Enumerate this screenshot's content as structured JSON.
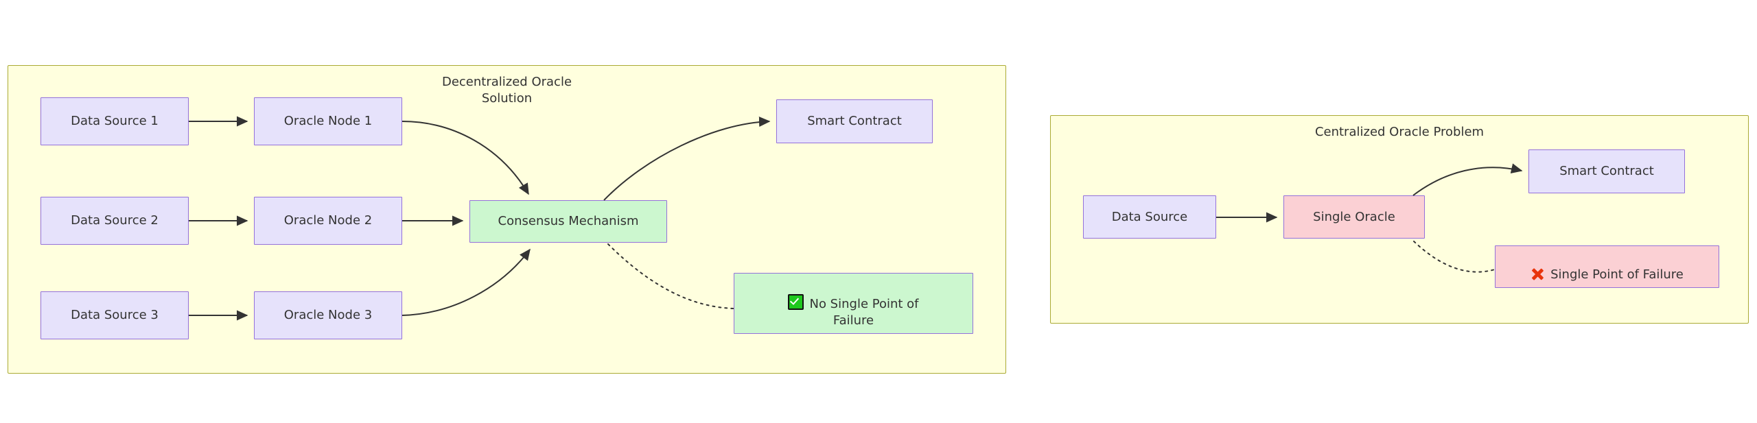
{
  "diagram": {
    "type": "flowchart",
    "background": "#ffffff",
    "clusters": [
      {
        "id": "decentralized",
        "title": "Decentralized Oracle\nSolution",
        "fill": "#ffffde",
        "stroke": "#aaaa33"
      },
      {
        "id": "centralized",
        "title": "Centralized Oracle Problem",
        "fill": "#ffffde",
        "stroke": "#aaaa33"
      }
    ],
    "nodes": [
      {
        "id": "ds1",
        "label": "Data Source 1",
        "fill": "#e6e2fb",
        "stroke": "#9370db"
      },
      {
        "id": "ds2",
        "label": "Data Source 2",
        "fill": "#e6e2fb",
        "stroke": "#9370db"
      },
      {
        "id": "ds3",
        "label": "Data Source 3",
        "fill": "#e6e2fb",
        "stroke": "#9370db"
      },
      {
        "id": "on1",
        "label": "Oracle Node 1",
        "fill": "#e6e2fb",
        "stroke": "#9370db"
      },
      {
        "id": "on2",
        "label": "Oracle Node 2",
        "fill": "#e6e2fb",
        "stroke": "#9370db"
      },
      {
        "id": "on3",
        "label": "Oracle Node 3",
        "fill": "#e6e2fb",
        "stroke": "#9370db"
      },
      {
        "id": "consensus",
        "label": "Consensus Mechanism",
        "fill": "#ccf7cf",
        "stroke": "#9370db"
      },
      {
        "id": "smart1",
        "label": "Smart Contract",
        "fill": "#e6e2fb",
        "stroke": "#9370db"
      },
      {
        "id": "nospof",
        "label": "No Single Point of\nFailure",
        "icon": "white-check-mark-icon",
        "fill": "#ccf7cf",
        "stroke": "#9370db"
      },
      {
        "id": "dsc",
        "label": "Data Source",
        "fill": "#e6e2fb",
        "stroke": "#9370db"
      },
      {
        "id": "single",
        "label": "Single Oracle",
        "fill": "#fbd0d4",
        "stroke": "#9370db"
      },
      {
        "id": "smart2",
        "label": "Smart Contract",
        "fill": "#e6e2fb",
        "stroke": "#9370db"
      },
      {
        "id": "spof",
        "label": "Single Point of Failure",
        "icon": "cross-mark-icon",
        "fill": "#fbd0d4",
        "stroke": "#9370db"
      }
    ],
    "edges": [
      {
        "from": "ds1",
        "to": "on1",
        "style": "solid",
        "arrow": true
      },
      {
        "from": "ds2",
        "to": "on2",
        "style": "solid",
        "arrow": true
      },
      {
        "from": "ds3",
        "to": "on3",
        "style": "solid",
        "arrow": true
      },
      {
        "from": "on1",
        "to": "consensus",
        "style": "solid",
        "arrow": true
      },
      {
        "from": "on2",
        "to": "consensus",
        "style": "solid",
        "arrow": true
      },
      {
        "from": "on3",
        "to": "consensus",
        "style": "solid",
        "arrow": true
      },
      {
        "from": "consensus",
        "to": "smart1",
        "style": "solid",
        "arrow": true
      },
      {
        "from": "consensus",
        "to": "nospof",
        "style": "dotted",
        "arrow": false
      },
      {
        "from": "dsc",
        "to": "single",
        "style": "solid",
        "arrow": true
      },
      {
        "from": "single",
        "to": "smart2",
        "style": "solid",
        "arrow": true
      },
      {
        "from": "single",
        "to": "spof",
        "style": "dotted",
        "arrow": false
      }
    ]
  }
}
